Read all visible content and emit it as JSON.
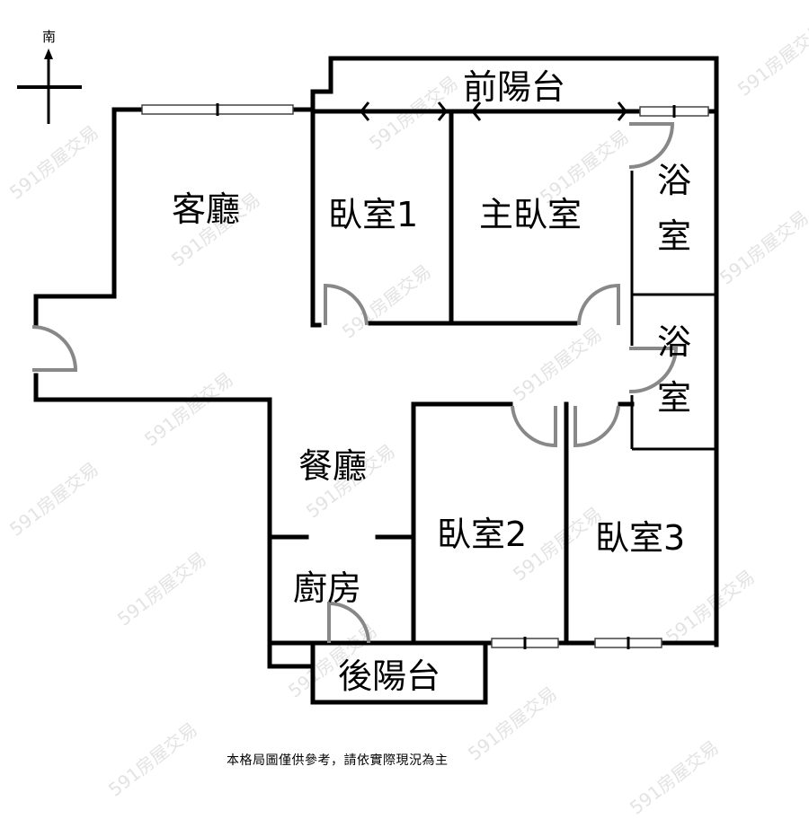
{
  "compass": {
    "direction_label": "南",
    "arrow": "north-arrow-pointing-up"
  },
  "rooms": {
    "living_room": "客廳",
    "bedroom_1": "臥室1",
    "master_bedroom": "主臥室",
    "bathroom_1": "浴室",
    "bathroom_2": "浴室",
    "front_balcony": "前陽台",
    "dining_room": "餐廳",
    "bedroom_2": "臥室2",
    "bedroom_3": "臥室3",
    "kitchen": "廚房",
    "rear_balcony": "後陽台"
  },
  "footnote": "本格局圖僅供參考，請依實際現況為主",
  "watermark": "591房屋交易",
  "colors": {
    "wall": "#000000",
    "door_arc": "#888888",
    "background": "#ffffff",
    "watermark": "#e3e3e3"
  }
}
